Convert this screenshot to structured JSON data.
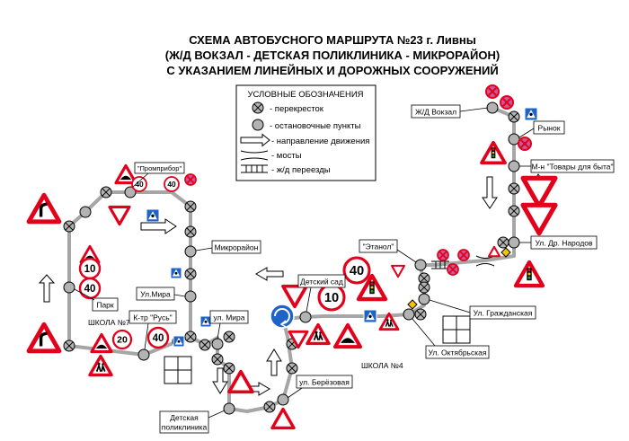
{
  "title": {
    "line1": "СХЕМА АВТОБУСНОГО МАРШРУТА №23 г. Ливны",
    "line2": "(Ж/Д ВОКЗАЛ - ДЕТСКАЯ ПОЛИКЛИНИКА - МИКРОРАЙОН)",
    "line3": "С УКАЗАНИЕМ ЛИНЕЙНЫХ И ДОРОЖНЫХ СООРУЖЕНИЙ"
  },
  "legend": {
    "title": "УСЛОВНЫЕ ОБОЗНАЧЕНИЯ",
    "items": [
      {
        "symbol": "crossroad-icon",
        "text": "- перекресток"
      },
      {
        "symbol": "stop-icon",
        "text": "- остановочные пункты"
      },
      {
        "symbol": "arrow-icon",
        "text": "- направление движения"
      },
      {
        "symbol": "bridge-icon",
        "text": "- мосты"
      },
      {
        "symbol": "rail-crossing-icon",
        "text": "- ж/д переезды"
      }
    ]
  },
  "labels": {
    "zhd_vokzal": "Ж/Д Вокзал",
    "rynok": "Рынок",
    "tovary": "М-н \"Товары для быта\"",
    "narodov": "Ул. Др. Народов",
    "grazhdanskaya": "Ул. Гражданская",
    "oktyabrskaya": "Ул. Октябрьская",
    "shkola4": "ШКОЛА №4",
    "etanol": "\"Этанол\"",
    "detsky_sad": "Детский сад",
    "beryozovaya": "ул. Берёзовая",
    "detskaya_poliklinika_1": "Детская",
    "detskaya_poliklinika_2": "поликлиника",
    "mira_lower": "ул. Мира",
    "mira_upper": "Ул.Мира",
    "mikrorayon": "Микрорайон",
    "rus": "К-тр \"Русь\"",
    "shkola7": "ШКОЛА №7",
    "park": "Парк",
    "promprobor": "\"Промприбор\""
  },
  "signs": {
    "speed_40": "40",
    "speed_10": "10",
    "speed_20": "20"
  },
  "colors": {
    "route": "#a6a6a6",
    "stop": "#b3b3b3",
    "sign_red": "#e2001a",
    "sign_blue": "#1e64c8",
    "no_stop_fill": "#c8579b",
    "diamond": "#f6c400"
  }
}
